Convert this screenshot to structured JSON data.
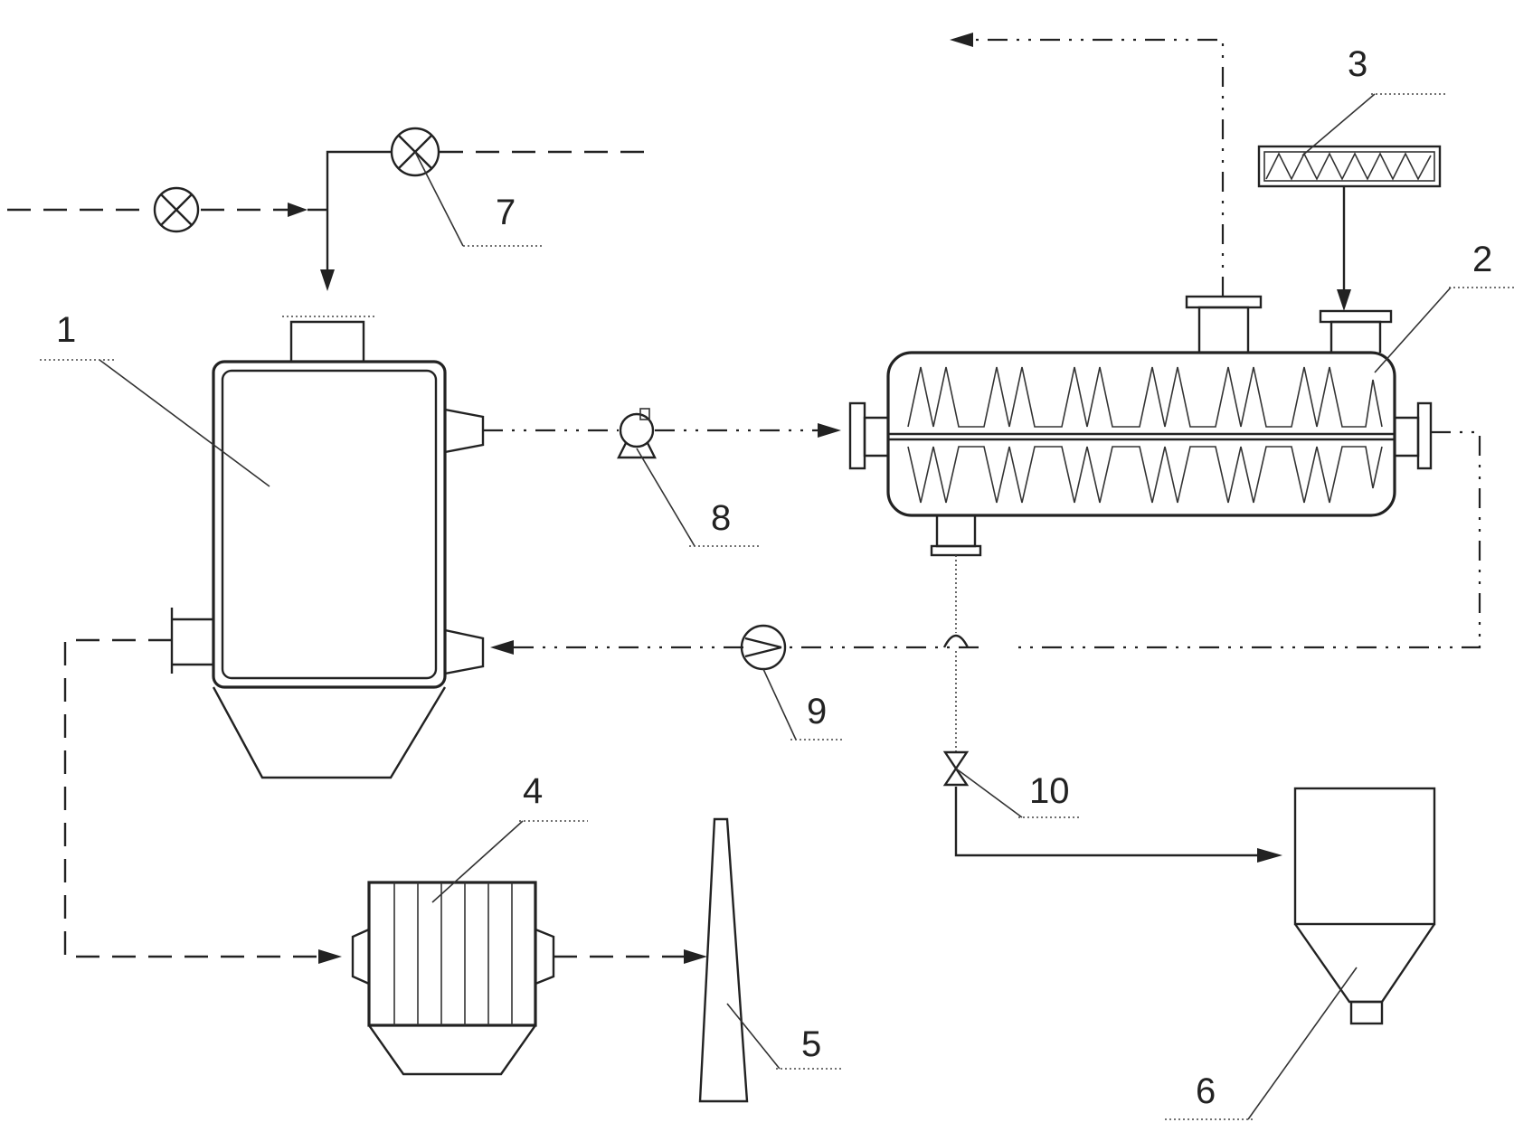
{
  "labels": {
    "reactor": "1",
    "dryer": "2",
    "screw_feeder": "3",
    "dust_collector": "4",
    "chimney": "5",
    "ash_silo": "6",
    "valve_inlet": "7",
    "pump_8": "8",
    "pump_9": "9",
    "valve_10": "10"
  }
}
